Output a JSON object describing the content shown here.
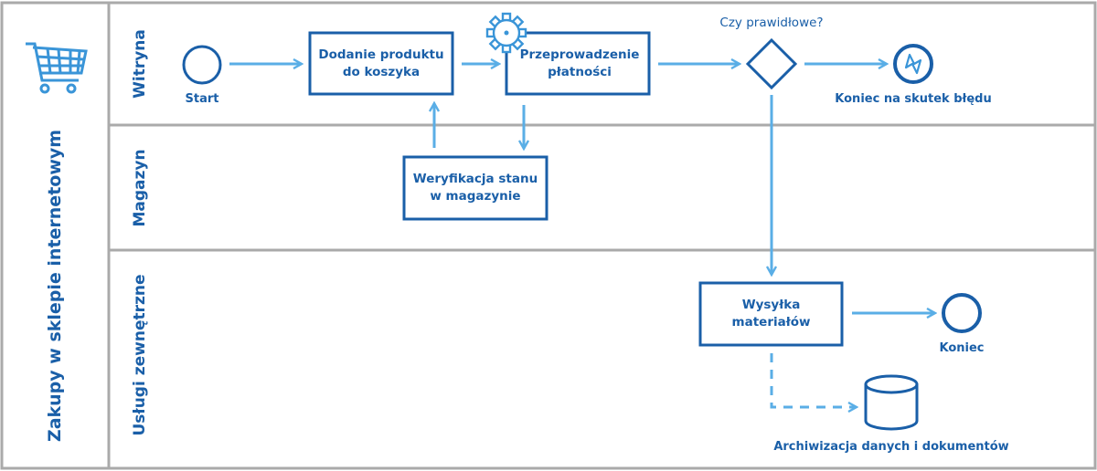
{
  "pool": {
    "title": "Zakupy w sklepie internetowym",
    "icon": "shopping-cart-icon"
  },
  "lanes": [
    {
      "id": "witryna",
      "label": "Witryna"
    },
    {
      "id": "magazyn",
      "label": "Magazyn"
    },
    {
      "id": "uslugi",
      "label": "Usługi zewnętrzne"
    }
  ],
  "events": {
    "start": "Start",
    "error_end": "Koniec na skutek błędu",
    "end": "Koniec"
  },
  "tasks": {
    "add_product": "Dodanie produktu\ndo koszyka",
    "payment": "Przeprowadzenie\npłatności",
    "stock_check": "Weryfikacja stanu\nw magazynie",
    "shipping": "Wysyłka\nmateriałów"
  },
  "gateway": {
    "question": "Czy prawidłowe?"
  },
  "datastore": {
    "label": "Archiwizacja danych i dokumentów",
    "icon": "database-icon"
  },
  "icons": {
    "payment_task": "gear-icon",
    "error_end": "lightning-icon"
  },
  "colors": {
    "line": "#5aaee6",
    "text": "#1a5fa8",
    "border": "#aaaaaa"
  }
}
